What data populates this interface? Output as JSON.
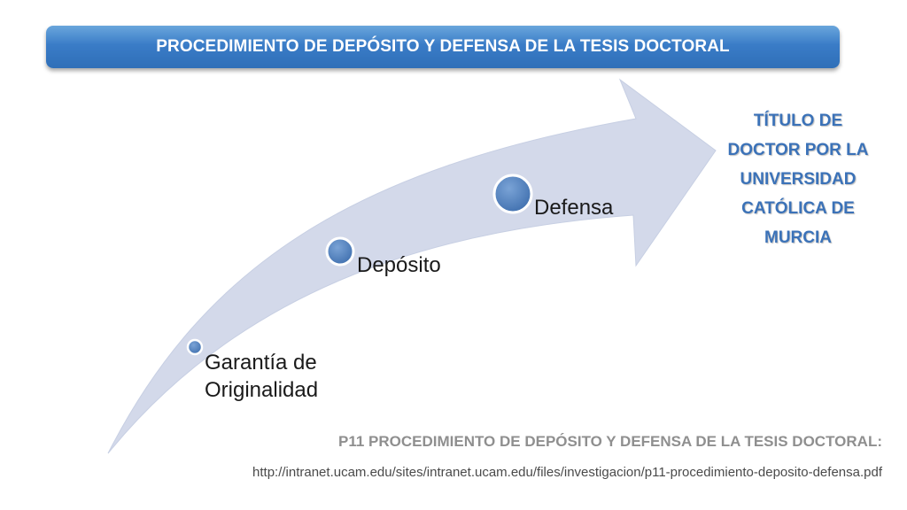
{
  "header": {
    "title": "PROCEDIMIENTO DE DEPÓSITO Y DEFENSA DE LA TESIS DOCTORAL"
  },
  "process": {
    "steps": [
      {
        "label": "Garantía de Originalidad"
      },
      {
        "label": "Depósito"
      },
      {
        "label": "Defensa"
      }
    ],
    "result": "TÍTULO DE DOCTOR POR LA UNIVERSIDAD CATÓLICA DE MURCIA"
  },
  "source": {
    "title": "P11 PROCEDIMIENTO DE DEPÓSITO Y DEFENSA DE LA TESIS DOCTORAL:",
    "url": "http://intranet.ucam.edu/sites/intranet.ucam.edu/files/investigacion/p11-procedimiento-deposito-defensa.pdf"
  },
  "colors": {
    "title_bar": "#3a7cc7",
    "arrow_fill": "#d3d9ea",
    "node_fill": "#4f81bd",
    "result_text": "#3b72b8"
  }
}
